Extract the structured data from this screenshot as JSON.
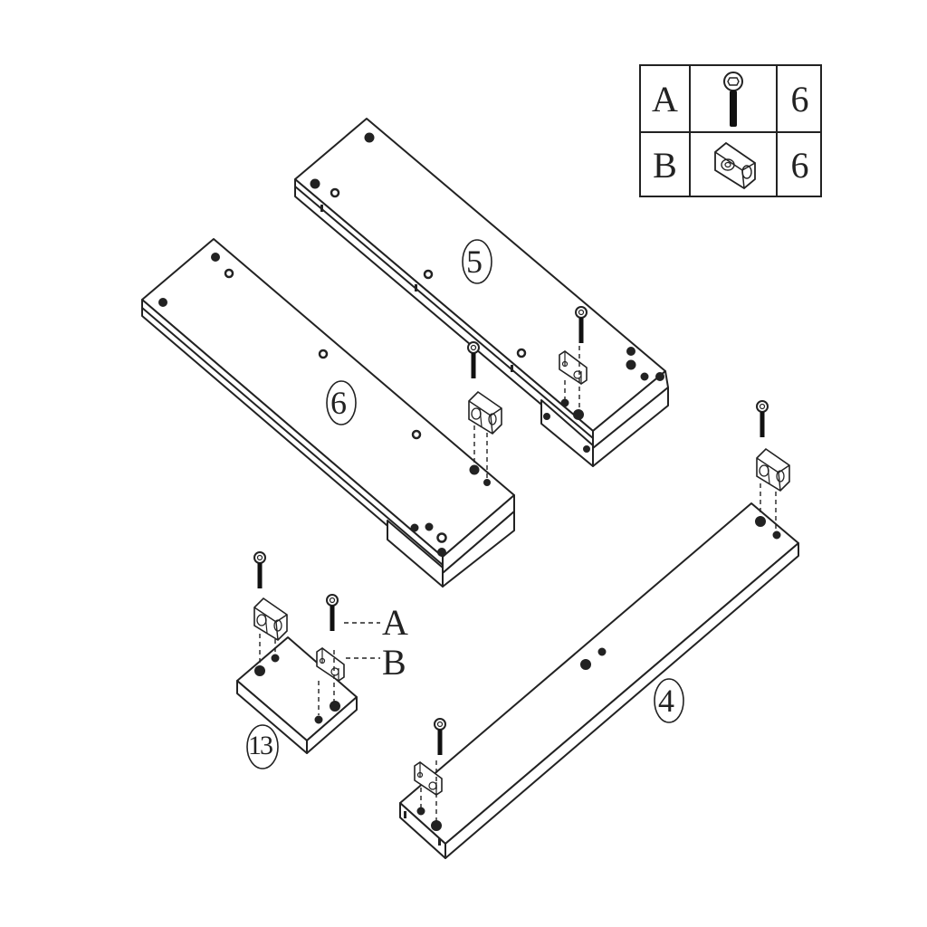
{
  "legend": {
    "rows": [
      {
        "letter": "A",
        "icon": "bolt-icon",
        "quantity": "6"
      },
      {
        "letter": "B",
        "icon": "corner-bracket-icon",
        "quantity": "6"
      }
    ]
  },
  "parts": {
    "panel_5": {
      "label": "5"
    },
    "panel_6": {
      "label": "6"
    },
    "panel_4": {
      "label": "4"
    },
    "panel_13": {
      "label": "13"
    }
  },
  "callouts": {
    "a": "A",
    "b": "B"
  },
  "colors": {
    "line": "#222222",
    "background": "#ffffff"
  }
}
